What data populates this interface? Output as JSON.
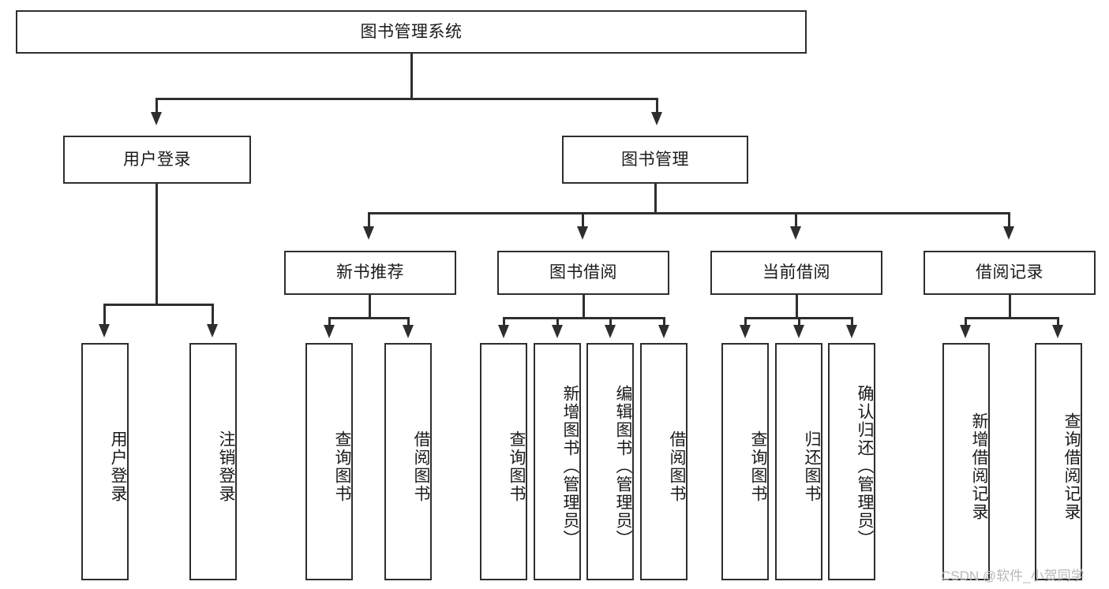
{
  "diagram": {
    "type": "tree-hierarchy-chart",
    "title": "图书管理系统",
    "root": {
      "id": "root",
      "label": "图书管理系统",
      "orientation": "horizontal"
    },
    "level1": [
      {
        "id": "user-login",
        "label": "用户登录",
        "orientation": "horizontal"
      },
      {
        "id": "book-manage",
        "label": "图书管理",
        "orientation": "horizontal"
      }
    ],
    "level2": [
      {
        "id": "new-book-recommend",
        "label": "新书推荐",
        "orientation": "horizontal",
        "parent": "book-manage"
      },
      {
        "id": "book-borrow",
        "label": "图书借阅",
        "orientation": "horizontal",
        "parent": "book-manage"
      },
      {
        "id": "current-borrow",
        "label": "当前借阅",
        "orientation": "horizontal",
        "parent": "book-manage"
      },
      {
        "id": "borrow-record",
        "label": "借阅记录",
        "orientation": "horizontal",
        "parent": "book-manage"
      }
    ],
    "leaves": [
      {
        "id": "leaf-user-login",
        "label": "用户登录",
        "parent": "user-login"
      },
      {
        "id": "leaf-user-logout",
        "label": "注销登录",
        "parent": "user-login"
      },
      {
        "id": "leaf-query-book-1",
        "label": "查询图书",
        "parent": "new-book-recommend"
      },
      {
        "id": "leaf-borrow-book-1",
        "label": "借阅图书",
        "parent": "new-book-recommend"
      },
      {
        "id": "leaf-query-book-2",
        "label": "查询图书",
        "parent": "book-borrow"
      },
      {
        "id": "leaf-add-book",
        "label": "新增图书（管理员）",
        "parent": "book-borrow"
      },
      {
        "id": "leaf-edit-book",
        "label": "编辑图书（管理员）",
        "parent": "book-borrow"
      },
      {
        "id": "leaf-borrow-book-2",
        "label": "借阅图书",
        "parent": "book-borrow"
      },
      {
        "id": "leaf-query-book-3",
        "label": "查询图书",
        "parent": "current-borrow"
      },
      {
        "id": "leaf-return-book",
        "label": "归还图书",
        "parent": "current-borrow"
      },
      {
        "id": "leaf-confirm-return",
        "label": "确认归还（管理员）",
        "parent": "current-borrow"
      },
      {
        "id": "leaf-add-record",
        "label": "新增借阅记录",
        "parent": "borrow-record"
      },
      {
        "id": "leaf-query-record",
        "label": "查询借阅记录",
        "parent": "borrow-record"
      }
    ],
    "colors": {
      "stroke": "#2e2e2e",
      "fill": "#ffffff",
      "text": "#1a1a1a",
      "background": "#ffffff",
      "watermark": "#b8b8b8"
    }
  },
  "watermark": {
    "text": "CSDN @软件_小贺同学"
  }
}
